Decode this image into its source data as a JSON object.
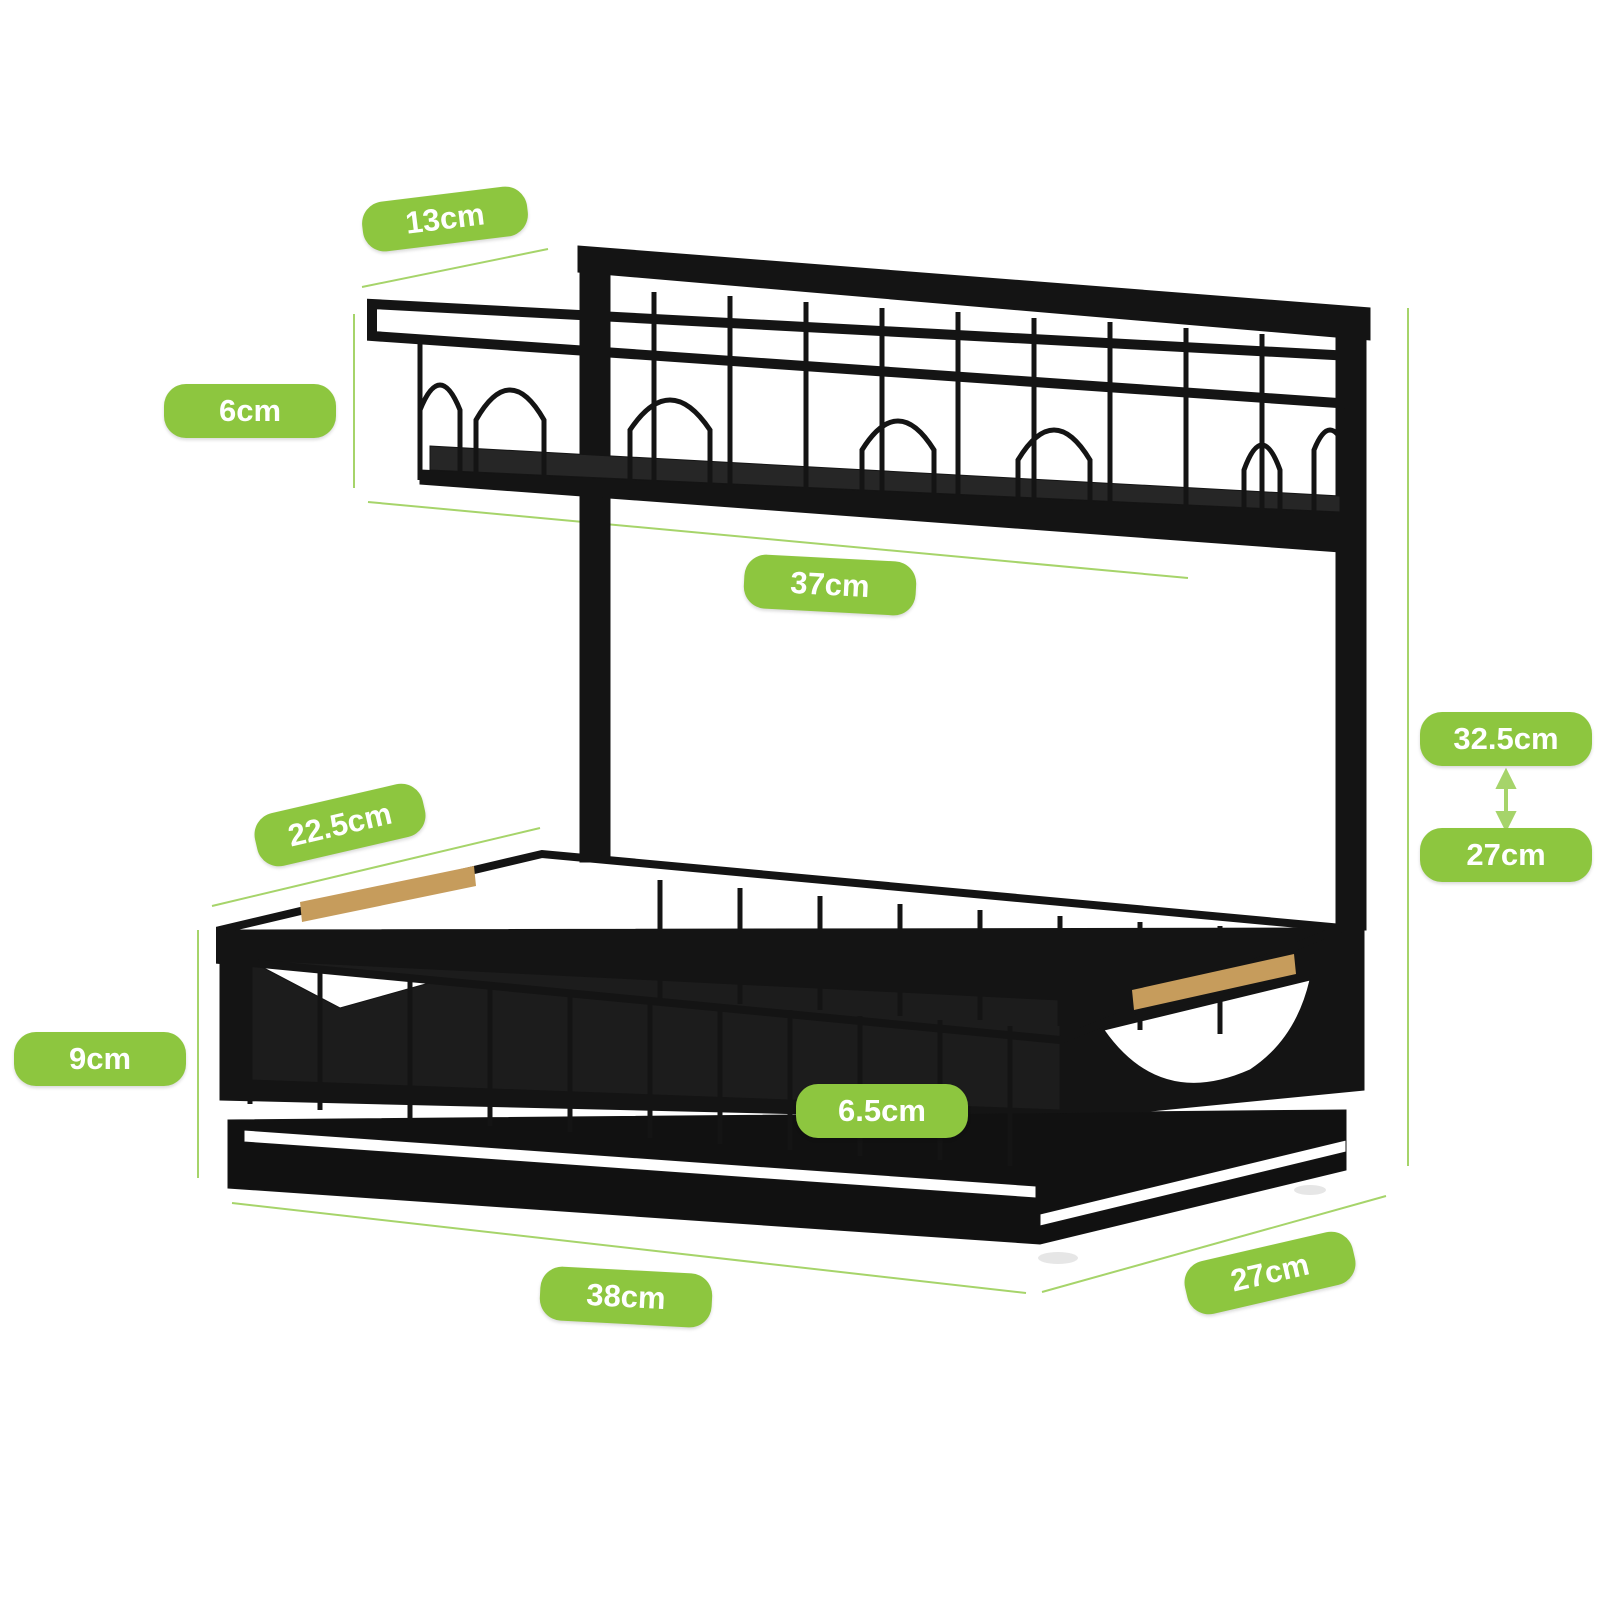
{
  "accent_color": "#8dc63f",
  "product": {
    "icon": "two-tier-black-metal-sliding-rack"
  },
  "dimensions": {
    "top_depth": "13cm",
    "top_height": "6cm",
    "top_width": "37cm",
    "total_height_max": "32.5cm",
    "total_height_min": "27cm",
    "basket_depth": "22.5cm",
    "basket_height": "9cm",
    "basket_inner_height": "6.5cm",
    "base_width": "38cm",
    "base_depth": "27cm"
  }
}
